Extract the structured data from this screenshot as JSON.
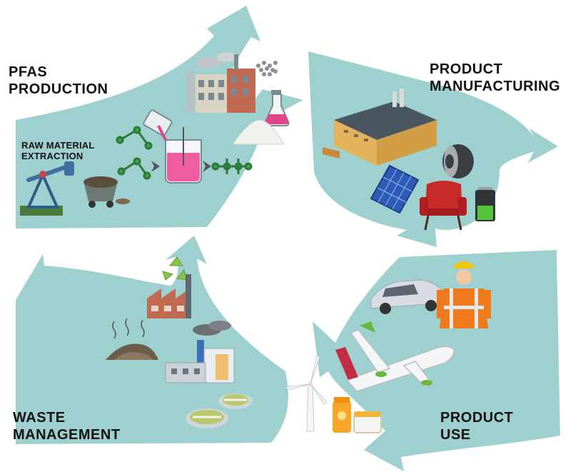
{
  "labels": {
    "pfas_production": [
      "PFAS",
      "PRODUCTION"
    ],
    "raw_material_extraction": [
      "RAW MATERIAL",
      "EXTRACTION"
    ],
    "product_manufacturing": [
      "PRODUCT",
      "MANUFACTURING"
    ],
    "product_use": [
      "PRODUCT",
      "USE"
    ],
    "waste_management": [
      "WASTE",
      "MANAGEMENT"
    ]
  },
  "colors": {
    "arrow_fill": "#9fd0d0",
    "text": "#111111",
    "background": "#ffffff"
  },
  "icons": [
    "oil-pump-icon",
    "mine-cart-icon",
    "molecule-icon",
    "beaker-icon",
    "factory-icon",
    "flask-icon",
    "powder-pile-icon",
    "nanoparticles-icon",
    "solar-panel-icon",
    "wire-spool-icon",
    "armchair-icon",
    "battery-icon",
    "car-icon",
    "worker-icon",
    "airplane-icon",
    "wind-turbine-icon",
    "sunscreen-icon",
    "recycle-icon",
    "landfill-icon",
    "treatment-plant-icon",
    "settling-tank-icon"
  ]
}
